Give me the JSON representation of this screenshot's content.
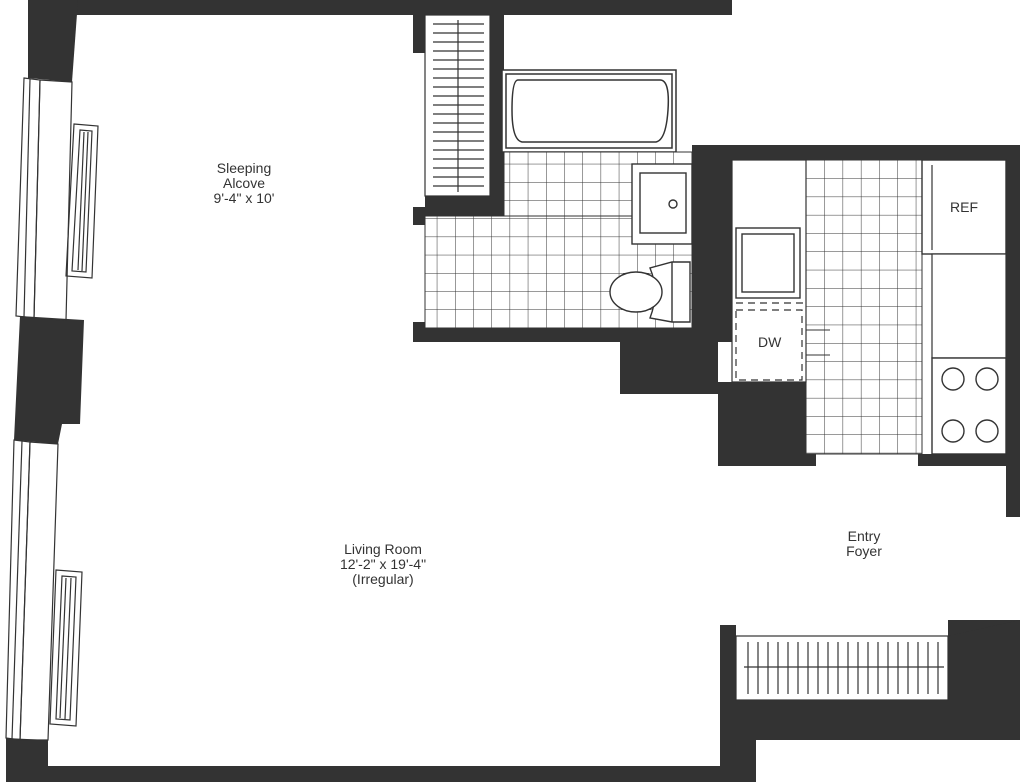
{
  "colors": {
    "wall": "#333333",
    "line": "#333333",
    "background": "#ffffff"
  },
  "rooms": {
    "sleeping_alcove": {
      "name_line1": "Sleeping",
      "name_line2": "Alcove",
      "dims": "9'-4\" x 10'"
    },
    "living_room": {
      "name": "Living Room",
      "dims": "12'-2\" x 19'-4\"",
      "note": "(Irregular)"
    },
    "entry_foyer": {
      "name_line1": "Entry",
      "name_line2": "Foyer"
    }
  },
  "fixtures": {
    "refrigerator": "REF",
    "dishwasher": "DW"
  },
  "icons": [
    "bathtub-icon",
    "sink-icon",
    "toilet-icon",
    "kitchen-sink-icon",
    "stove-burner-icon",
    "closet-rod-icon",
    "window-icon",
    "radiator-icon"
  ]
}
